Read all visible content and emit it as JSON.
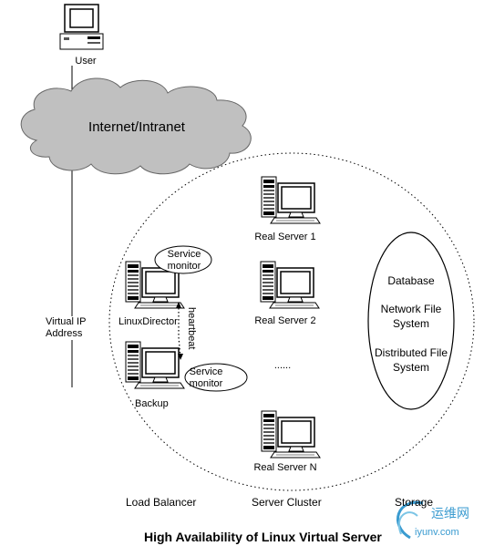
{
  "labels": {
    "user": "User",
    "cloud": "Internet/Intranet",
    "real_server_1": "Real Server 1",
    "real_server_2": "Real Server 2",
    "real_server_n": "Real Server N",
    "ellipsis": "......",
    "service_monitor_top": "Service monitor",
    "service_monitor_bottom": "Service monitor",
    "linux_director": "LinuxDirector",
    "backup": "Backup",
    "heartbeat": "heartbeat",
    "virtual_ip": "Virtual IP Address",
    "load_balancer": "Load Balancer",
    "server_cluster": "Server Cluster",
    "storage": "Storage",
    "storage_items": [
      "Database",
      "Network File System",
      "Distributed File System"
    ],
    "title": "High Availability of Linux Virtual Server",
    "watermark_cn": "运维网",
    "watermark_en": "iyunv.com"
  }
}
